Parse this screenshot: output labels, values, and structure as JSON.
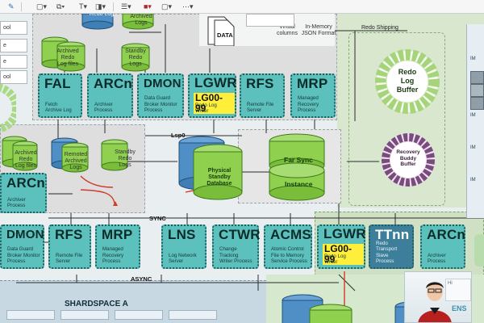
{
  "toolbar": {
    "items": [
      "pen-tool",
      "shapes",
      "text",
      "fill",
      "line-style",
      "color",
      "more"
    ]
  },
  "left_edge": {
    "boxes": [
      "ool",
      "e",
      "e",
      "ool"
    ]
  },
  "top_section": {
    "cylinder_labels": {
      "archived_top": "Archived\nLogs",
      "redo_top": "Redo\nLog",
      "archived_files": "Archived\nRedo\nLog files",
      "standby_redo": "Standby\nRedo\nLogs"
    },
    "doc_label": "DATA",
    "virtual_columns": "Virtual\ncolumns",
    "in_memory": "In-Memory\nJSON Format",
    "redo_shipping": "Redo Shipping"
  },
  "processes_top": [
    {
      "title": "FAL",
      "sub": "Fetch\nArchive Log"
    },
    {
      "title": "ARCn",
      "sub": "Archiver\nProcess"
    },
    {
      "title": "DMON",
      "sub": "Data Guard\nBroker Monitor\nProcess"
    },
    {
      "title": "LGWR",
      "tag": "LG00-99",
      "sub": "Redo Log\nWriter"
    },
    {
      "title": "RFS",
      "sub": "Remote File\nServer"
    },
    {
      "title": "MRP",
      "sub": "Managed\nRecovery\nProcess"
    }
  ],
  "middle_section": {
    "lsp0": "Lsp0",
    "archived_files": "Archived\nRedo\nLog files",
    "remoted_archived": "Remoted\nArchived\nLogs",
    "standby_redo": "Standby\nRedo\nLogs",
    "physical_standby": "Physical\nStandby\nDatabase",
    "far_sync": "Far Sync",
    "instance": "Instance",
    "sync": "SYNC",
    "async": "ASYNC"
  },
  "processes_middle": [
    {
      "title": "ARCn",
      "sub": "Archiver\nProcess"
    }
  ],
  "processes_bottom": [
    {
      "title": "DMON",
      "sub": "Data Guard\nBroker Monitor\nProcess"
    },
    {
      "title": "RFS",
      "sub": "Remote File\nServer"
    },
    {
      "title": "MRP",
      "sub": "Managed\nRecovery\nProcess"
    },
    {
      "title": "LNS",
      "sub": "Log Network\nServer"
    },
    {
      "title": "CTWR",
      "sub": "Change\nTracking\nWriter Process"
    },
    {
      "title": "ACMS",
      "sub": "Atomic Control\nFile to Memory\nService Process"
    },
    {
      "title": "LGWR",
      "tag": "LG00-99",
      "sub": "Redo Log\nWriter"
    },
    {
      "title": "TTnn",
      "sub": "Redo Transport\nSlave\nProcess"
    },
    {
      "title": "ARCn",
      "sub": "Archiver\nProcess"
    }
  ],
  "buffers": {
    "redo_log_buffer": "Redo\nLog\nBuffer",
    "recovery_buddy": "Recovery\nBuddy\nBuffer"
  },
  "right_edge": {
    "labels": [
      "IM",
      "IM",
      "IM",
      "IM"
    ]
  },
  "shardspace": {
    "title": "SHARDSPACE A"
  },
  "webcam": {
    "banner": "ENS",
    "panel_text": "Hi"
  },
  "colors": {
    "process_fill": "#5cc0bd",
    "process_border": "#1d5e5c",
    "tag_yellow": "#ffef3a",
    "cylinder_green": "#8fd14f",
    "cylinder_blue": "#4f8fc6",
    "arrow_red": "#d23a2a"
  }
}
